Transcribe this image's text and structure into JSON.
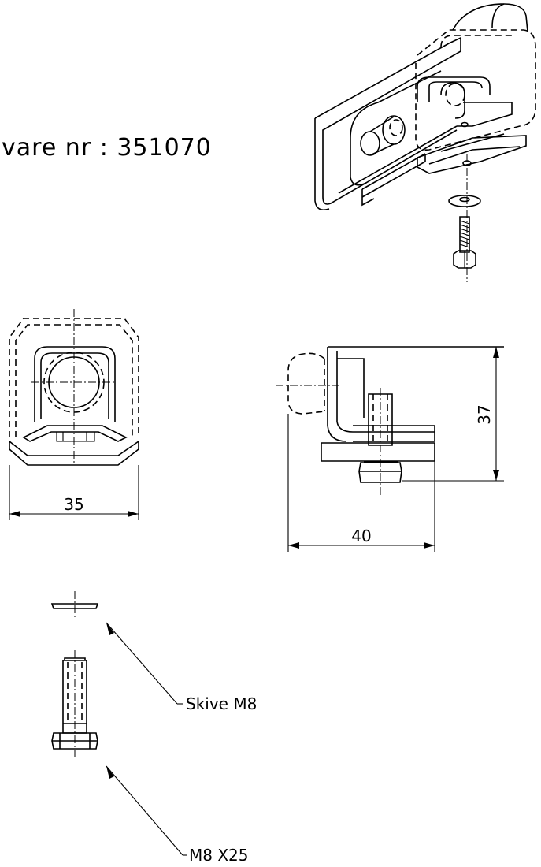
{
  "drawing": {
    "article_label": "vare nr : 351070",
    "dimensions": {
      "width_front": "35",
      "width_side": "40",
      "height_side": "37"
    },
    "callouts": {
      "washer": "Skive M8",
      "bolt": "M8 X25"
    }
  }
}
